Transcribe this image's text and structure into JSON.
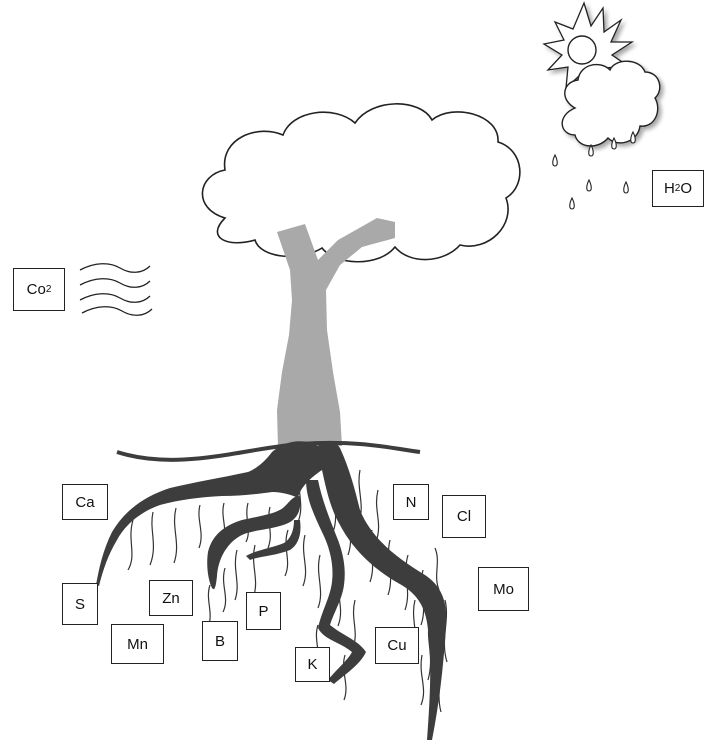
{
  "labels": {
    "co2": {
      "main": "Co",
      "sub": "2"
    },
    "h2o": {
      "pre": "H",
      "sub": "2",
      "post": "O"
    },
    "ca": "Ca",
    "s": "S",
    "zn": "Zn",
    "mn": "Mn",
    "b": "B",
    "p": "P",
    "k": "K",
    "n": "N",
    "cl": "Cl",
    "mo": "Mo",
    "cu": "Cu"
  },
  "colors": {
    "trunk": "#a9a9a9",
    "roots": "#3d3d3d",
    "outline": "#222222",
    "background": "#ffffff"
  }
}
